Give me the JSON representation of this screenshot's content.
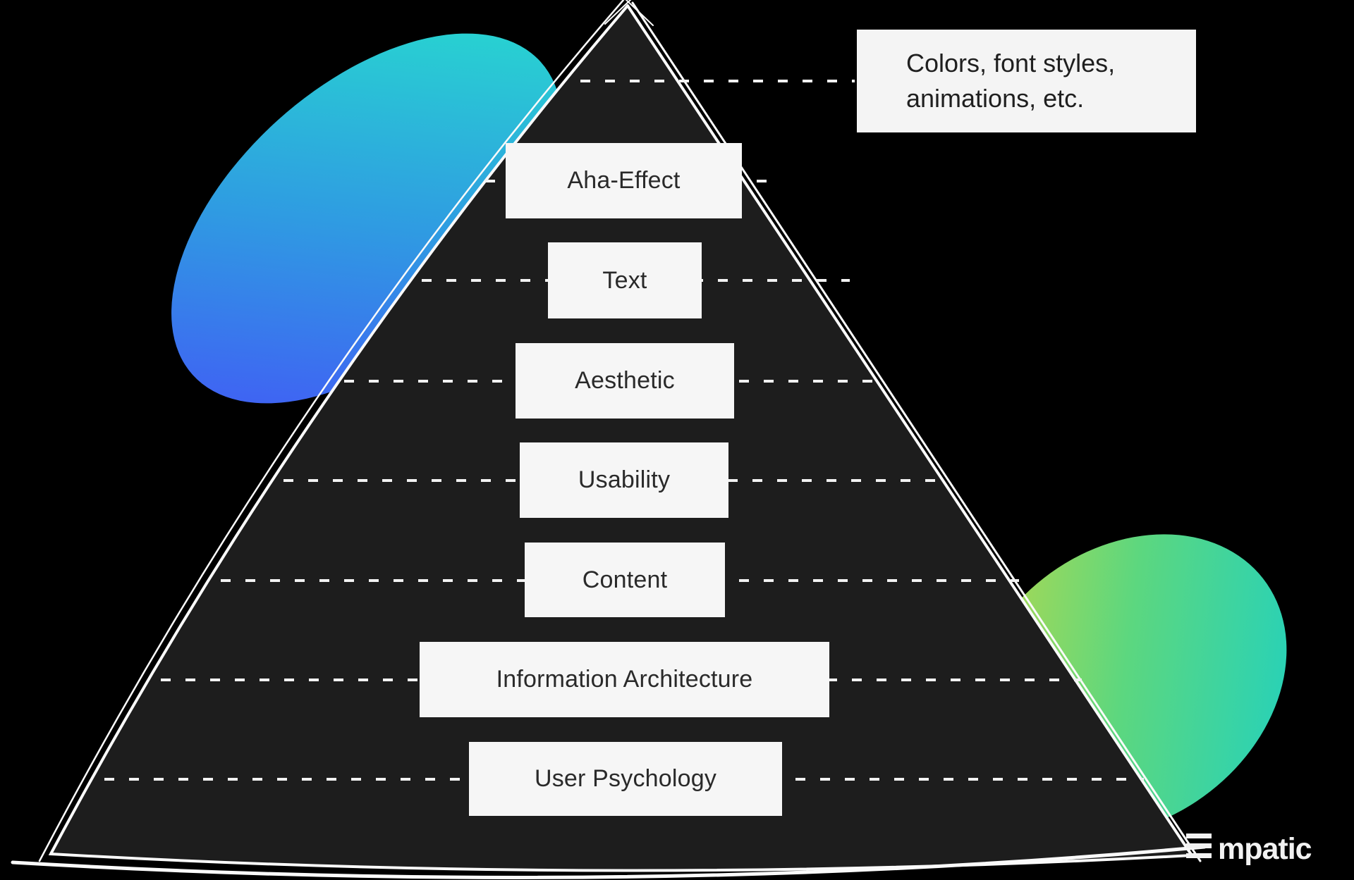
{
  "callout": {
    "lines": [
      "Colors, font styles,",
      "animations, etc."
    ]
  },
  "pyramid": {
    "levels": [
      {
        "label": "Aha-Effect"
      },
      {
        "label": "Text"
      },
      {
        "label": "Aesthetic"
      },
      {
        "label": "Usability"
      },
      {
        "label": "Content"
      },
      {
        "label": "Information Architecture"
      },
      {
        "label": "User Psychology"
      }
    ]
  },
  "brand": {
    "name": "Empatic",
    "wordmark_text": "mpatic",
    "logo_icon": "empatic-e-icon"
  },
  "colors": {
    "background": "#000000",
    "pyramid_fill": "#1d1d1d",
    "sketch_stroke": "#fafafa",
    "dash": "#f2f2f2",
    "label_bg": "#f6f6f6",
    "label_text": "#2a2a2a",
    "callout_bg": "#f4f4f4",
    "blob_left_from": "#27d9cf",
    "blob_left_mid": "#2f9be2",
    "blob_left_to": "#3f63f3",
    "blob_right_from": "#b5d94d",
    "blob_right_mid": "#5cd77f",
    "blob_right_to": "#2bd2b4"
  }
}
